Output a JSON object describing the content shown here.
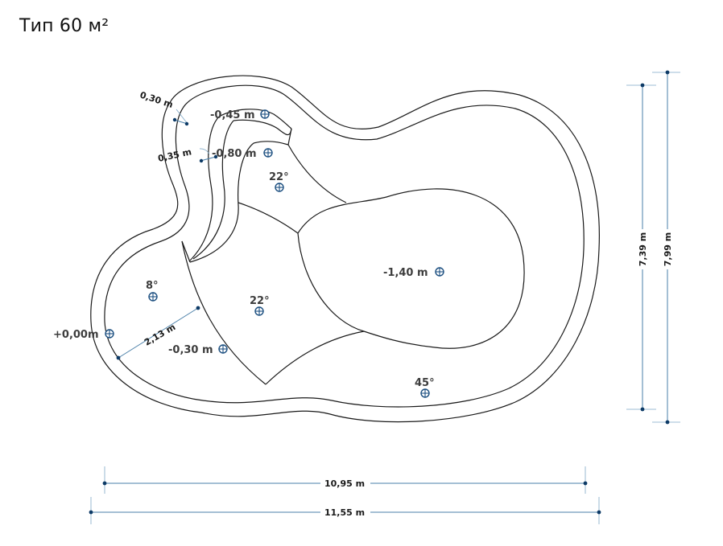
{
  "title": "Тип 60 м²",
  "depths": {
    "top_step": "-0,45 m",
    "second_step": "-0,80 m",
    "deep": "-1,40 m",
    "entry": "+0,00m",
    "shallow": "-0,30 m"
  },
  "slopes": {
    "upper": "22°",
    "left": "8°",
    "center": "22°",
    "bottom": "45°"
  },
  "dimensions": {
    "wall_thickness": "0,30 m",
    "step_width": "0,35 m",
    "entry_length": "2,13 m",
    "inner_length": "10,95 m",
    "outer_length": "11,55 m",
    "inner_width": "7,39 m",
    "outer_width": "7,99 m"
  }
}
